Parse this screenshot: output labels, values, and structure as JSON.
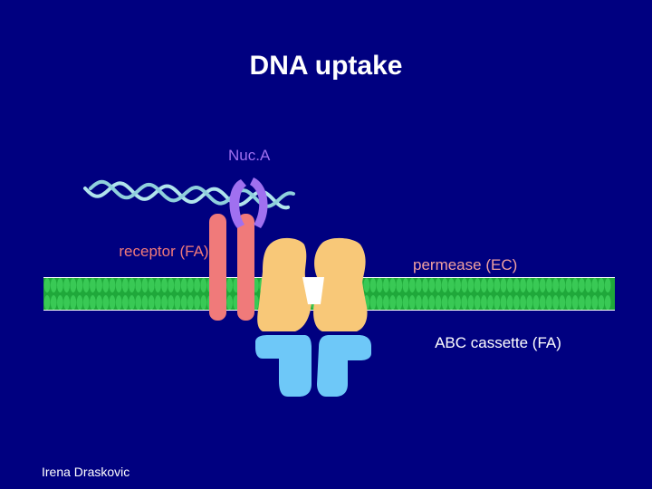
{
  "slide": {
    "title": "DNA uptake",
    "author": "Irena Draskovic"
  },
  "labels": {
    "nuc": "Nuc.A",
    "receptor": "receptor (FA)",
    "permease": "permease (EC)",
    "abc": "ABC cassette (FA)"
  },
  "colors": {
    "background": "#000080",
    "membrane": "#2cb84a",
    "dna": "#a8e0e8",
    "nuclease": "#a070f0",
    "receptor": "#f07a7a",
    "permease": "#f8c878",
    "abc_cassette": "#6ec8f8"
  }
}
